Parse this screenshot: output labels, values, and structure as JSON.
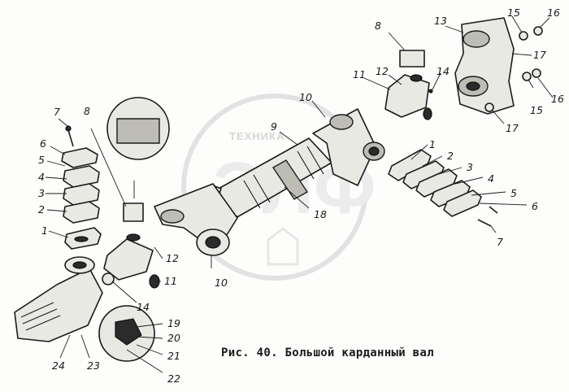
{
  "caption": "Рис. 40. Большой карданный вал",
  "watermark": {
    "word": "ТЕХНИКА",
    "letters": "ЭЛФ"
  },
  "callouts": [
    "1",
    "2",
    "3",
    "4",
    "5",
    "6",
    "7",
    "8",
    "9",
    "10",
    "11",
    "12",
    "13",
    "14",
    "15",
    "16",
    "17",
    "18",
    "19",
    "20",
    "21",
    "22",
    "23",
    "24"
  ],
  "colors": {
    "ink": "#1b1b1b",
    "paper": "#fdfdfb",
    "watermark": "#e0e0e0"
  }
}
